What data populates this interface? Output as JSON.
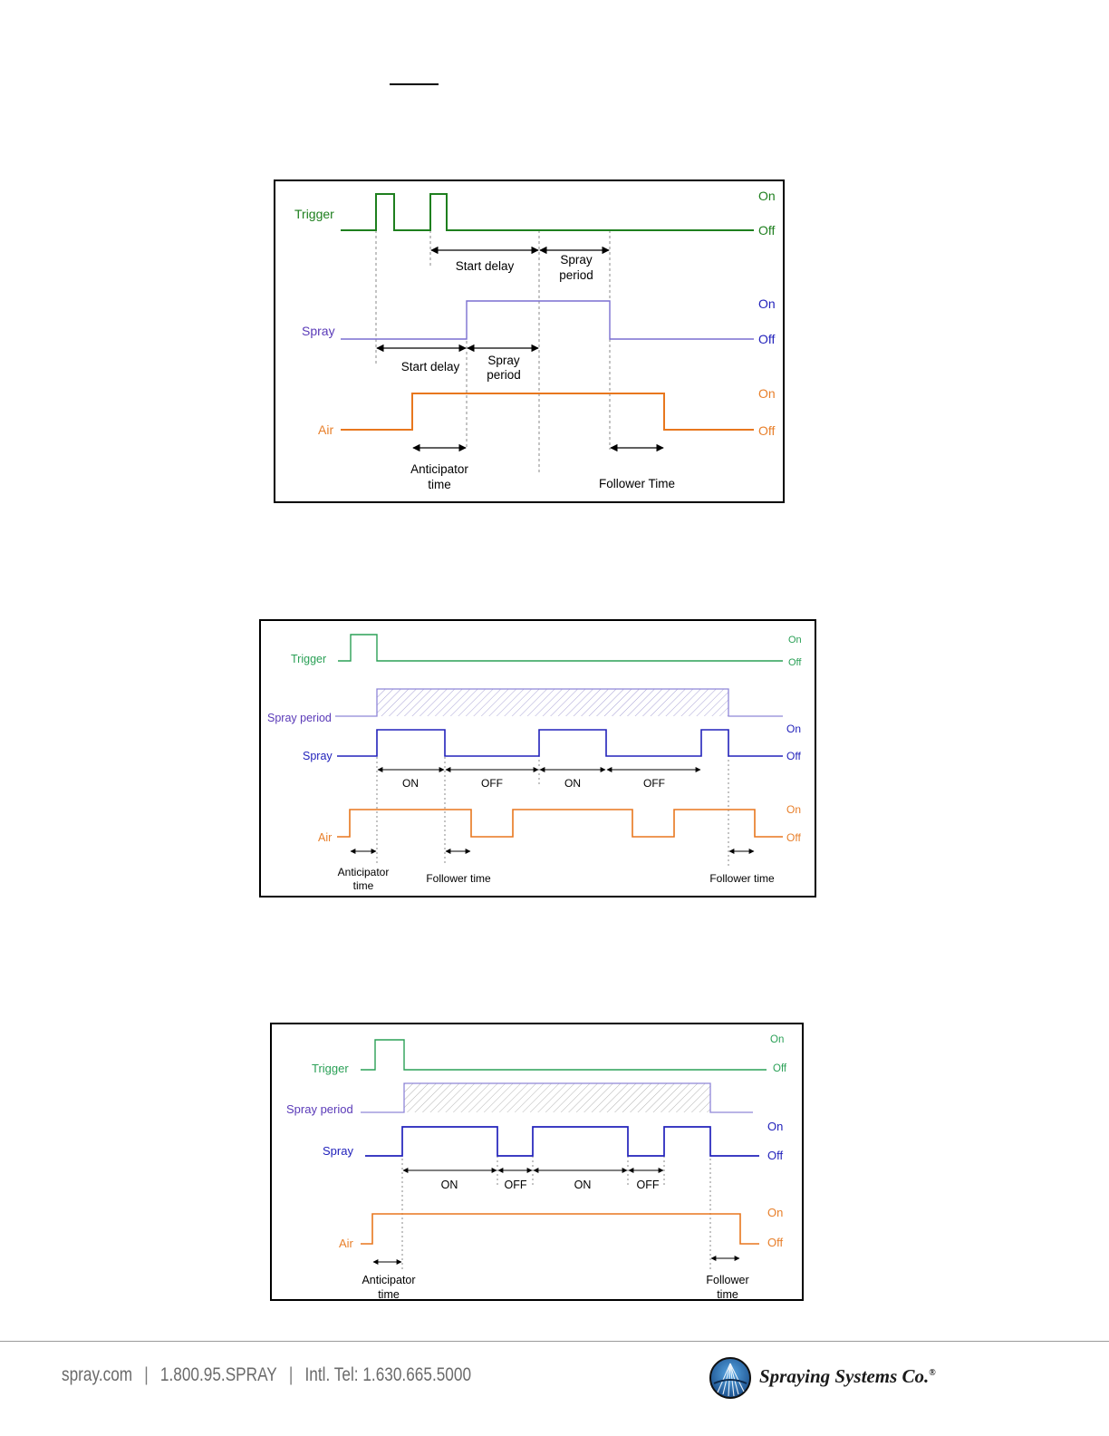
{
  "colors": {
    "trigger_d1": "#1e7f1e",
    "trigger": "#2aa056",
    "spray_period": "#8f86d8",
    "spray": "#2222bb",
    "spray_d1": "#7a6fd0",
    "air": "#e8771e",
    "air_label": "#e87f2a",
    "spray_label": "#5a3ab8"
  },
  "diagram1": {
    "labels": {
      "trigger": "Trigger",
      "spray": "Spray",
      "air": "Air",
      "on": "On",
      "off": "Off",
      "start_delay": "Start delay",
      "spray_period_line1": "Spray",
      "spray_period_line2": "period",
      "anticipator_line1": "Anticipator",
      "anticipator_line2": "time",
      "follower": "Follower Time"
    }
  },
  "diagram2": {
    "labels": {
      "trigger": "Trigger",
      "spray_period": "Spray period",
      "spray": "Spray",
      "air": "Air",
      "on": "On",
      "off": "Off",
      "on_caps": "ON",
      "off_caps": "OFF",
      "anticipator_line1": "Anticipator",
      "anticipator_line2": "time",
      "follower": "Follower time"
    }
  },
  "diagram3": {
    "labels": {
      "trigger": "Trigger",
      "spray_period": "Spray period",
      "spray": "Spray",
      "air": "Air",
      "on": "On",
      "off": "Off",
      "on_caps": "ON",
      "off_caps": "OFF",
      "anticipator_line1": "Anticipator",
      "anticipator_line2": "time",
      "follower_line1": "Follower",
      "follower_line2": "time"
    }
  },
  "footer": {
    "website": "spray.com",
    "phone": "1.800.95.SPRAY",
    "intl": "Intl. Tel: 1.630.665.5000",
    "separator": "|",
    "company": "Spraying Systems Co.",
    "registered": "®"
  }
}
